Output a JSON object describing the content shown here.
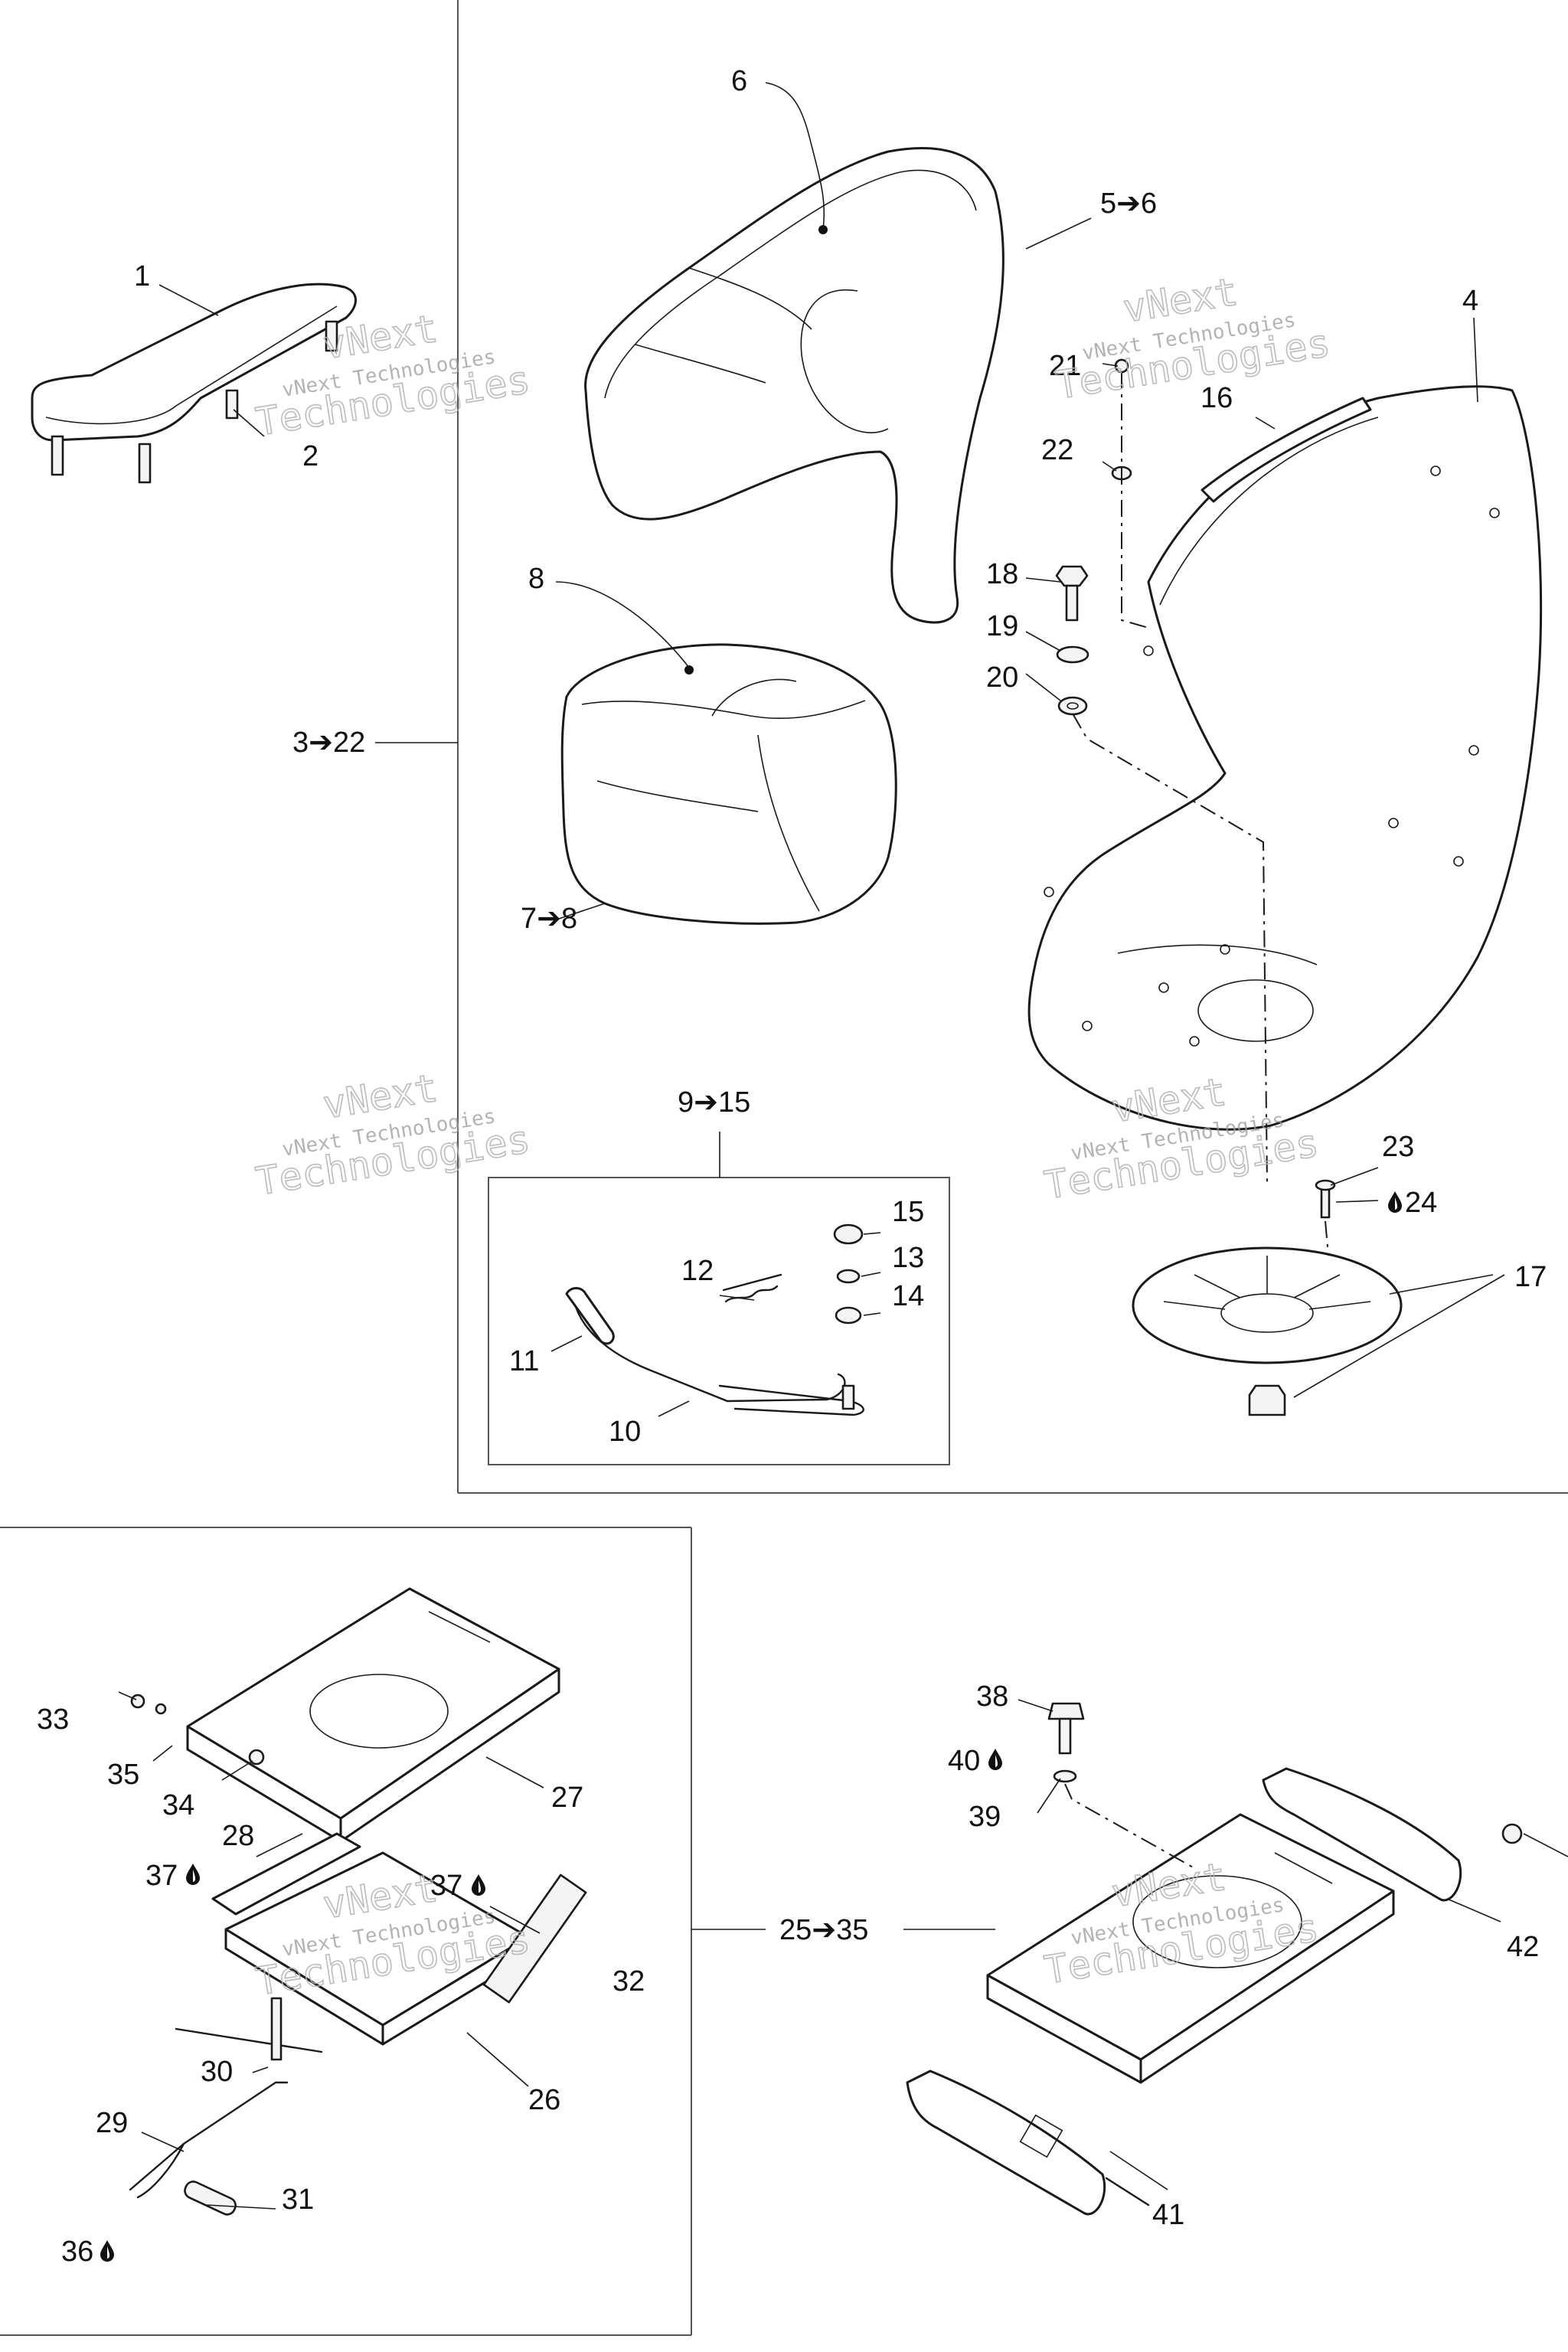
{
  "watermark": {
    "line1": "vNext Technologies",
    "line2": "vNext",
    "line3": "Technologies"
  },
  "callouts": {
    "c1": "1",
    "c2": "2",
    "c3_22": "3➔22",
    "c4": "4",
    "c5_6": "5➔6",
    "c6": "6",
    "c7_8": "7➔8",
    "c8": "8",
    "c9_15": "9➔15",
    "c10": "10",
    "c11": "11",
    "c12": "12",
    "c13": "13",
    "c14": "14",
    "c15": "15",
    "c16": "16",
    "c17": "17",
    "c18": "18",
    "c19": "19",
    "c20": "20",
    "c21": "21",
    "c22": "22",
    "c23": "23",
    "c24": "24",
    "c25_35": "25➔35",
    "c26": "26",
    "c27": "27",
    "c28": "28",
    "c29": "29",
    "c30": "30",
    "c31": "31",
    "c32": "32",
    "c33": "33",
    "c34": "34",
    "c35": "35",
    "c36": "36",
    "c37a": "37",
    "c37b": "37",
    "c38": "38",
    "c39": "39",
    "c40": "40",
    "c41": "41",
    "c42": "42"
  },
  "icons": {
    "adhesive": "drop-icon"
  }
}
